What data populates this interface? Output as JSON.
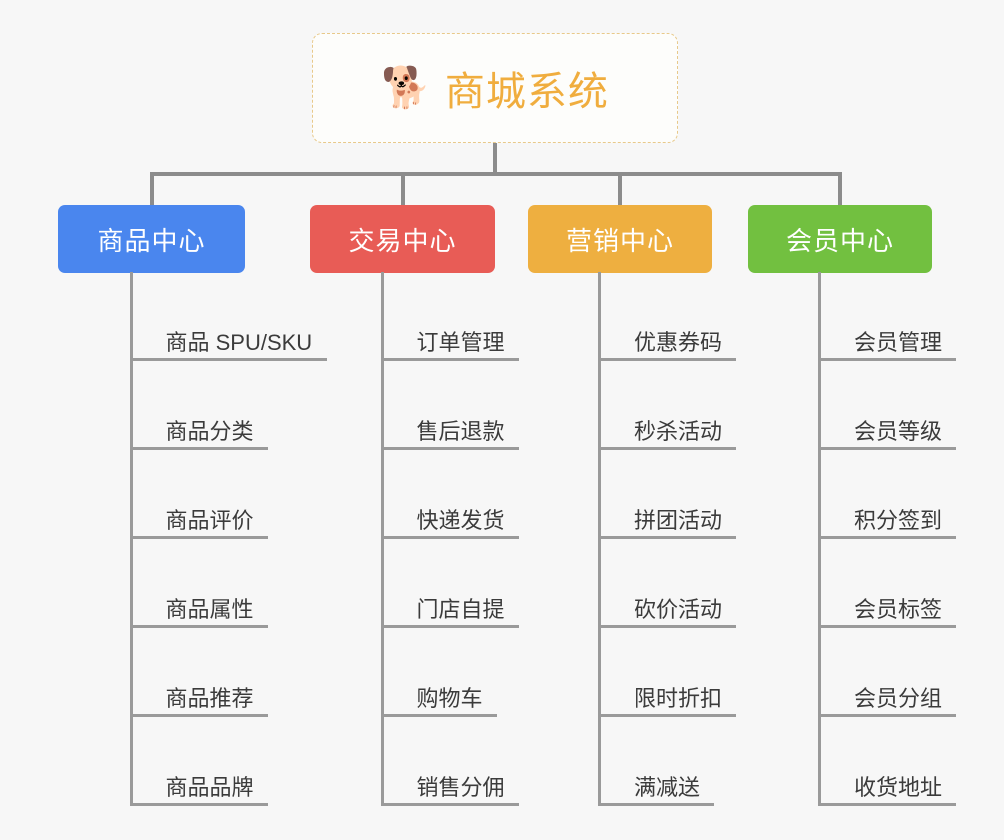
{
  "root": {
    "icon": "shiba-dog-icon",
    "icon_glyph": "🐕",
    "title": "商城系统",
    "border_color": "#e8c98a",
    "text_color": "#f0ad3e"
  },
  "connector_color": "#8c8c8c",
  "branches": [
    {
      "label": "商品中心",
      "color": "#4a86ee",
      "items": [
        "商品 SPU/SKU",
        "商品分类",
        "商品评价",
        "商品属性",
        "商品推荐",
        "商品品牌"
      ]
    },
    {
      "label": "交易中心",
      "color": "#e85c56",
      "items": [
        "订单管理",
        "售后退款",
        "快递发货",
        "门店自提",
        "购物车",
        "销售分佣"
      ]
    },
    {
      "label": "营销中心",
      "color": "#eeaf40",
      "items": [
        "优惠券码",
        "秒杀活动",
        "拼团活动",
        "砍价活动",
        "限时折扣",
        "满减送"
      ]
    },
    {
      "label": "会员中心",
      "color": "#72c040",
      "items": [
        "会员管理",
        "会员等级",
        "积分签到",
        "会员标签",
        "会员分组",
        "收货地址"
      ]
    }
  ]
}
